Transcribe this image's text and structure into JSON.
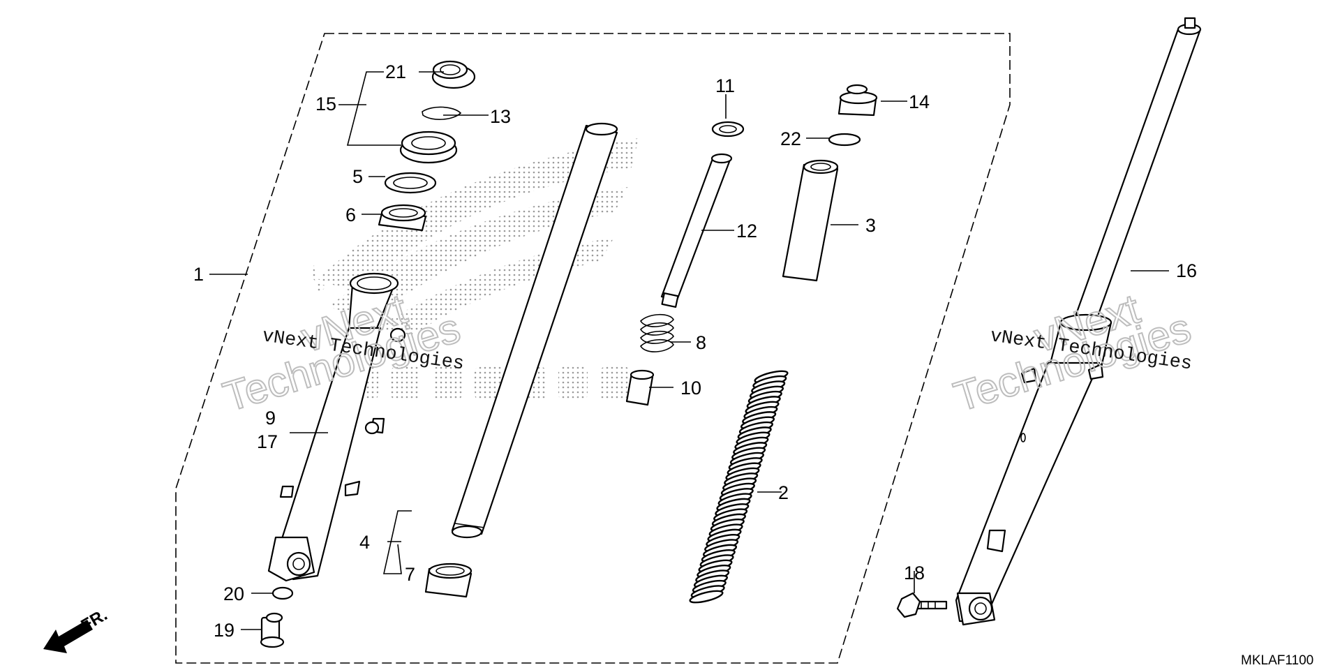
{
  "diagram": {
    "code": "MKLAF1100",
    "direction_label": "FR.",
    "watermark": {
      "serif_line": "vNext Technologies",
      "outline_word1": "vNext",
      "outline_word2": "Technologies"
    },
    "callouts": {
      "c1": "1",
      "c2": "2",
      "c3": "3",
      "c4": "4",
      "c5": "5",
      "c6": "6",
      "c7": "7",
      "c8": "8",
      "c9": "9",
      "c10": "10",
      "c11": "11",
      "c12": "12",
      "c13": "13",
      "c14": "14",
      "c15": "15",
      "c16": "16",
      "c17": "17",
      "c18": "18",
      "c19": "19",
      "c20": "20",
      "c21": "21",
      "c22": "22"
    }
  }
}
